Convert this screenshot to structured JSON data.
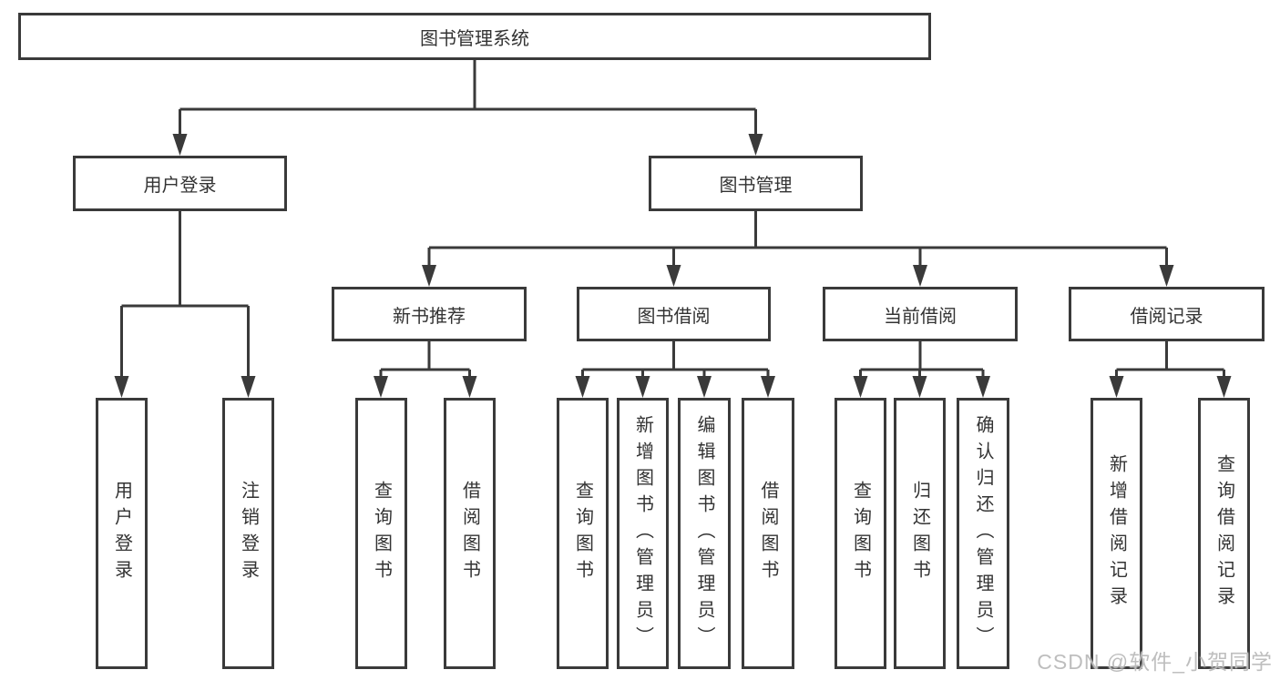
{
  "diagram": {
    "root": "图书管理系统",
    "user_login": {
      "label": "用户登录",
      "children": [
        "用户登录",
        "注销登录"
      ]
    },
    "book_management": {
      "label": "图书管理",
      "sections": {
        "new_books": {
          "label": "新书推荐",
          "children": [
            "查询图书",
            "借阅图书"
          ]
        },
        "borrowing": {
          "label": "图书借阅",
          "children": [
            "查询图书",
            "新增图书（管理员）",
            "编辑图书（管理员）",
            "借阅图书"
          ]
        },
        "current": {
          "label": "当前借阅",
          "children": [
            "查询图书",
            "归还图书",
            "确认归还（管理员）"
          ]
        },
        "records": {
          "label": "借阅记录",
          "children": [
            "新增借阅记录",
            "查询借阅记录"
          ]
        }
      }
    }
  },
  "watermark": "CSDN @软件_小贺同学",
  "colors": {
    "line": "#3a3a3a",
    "text": "#333333",
    "watermark": "#bbbbbb"
  }
}
